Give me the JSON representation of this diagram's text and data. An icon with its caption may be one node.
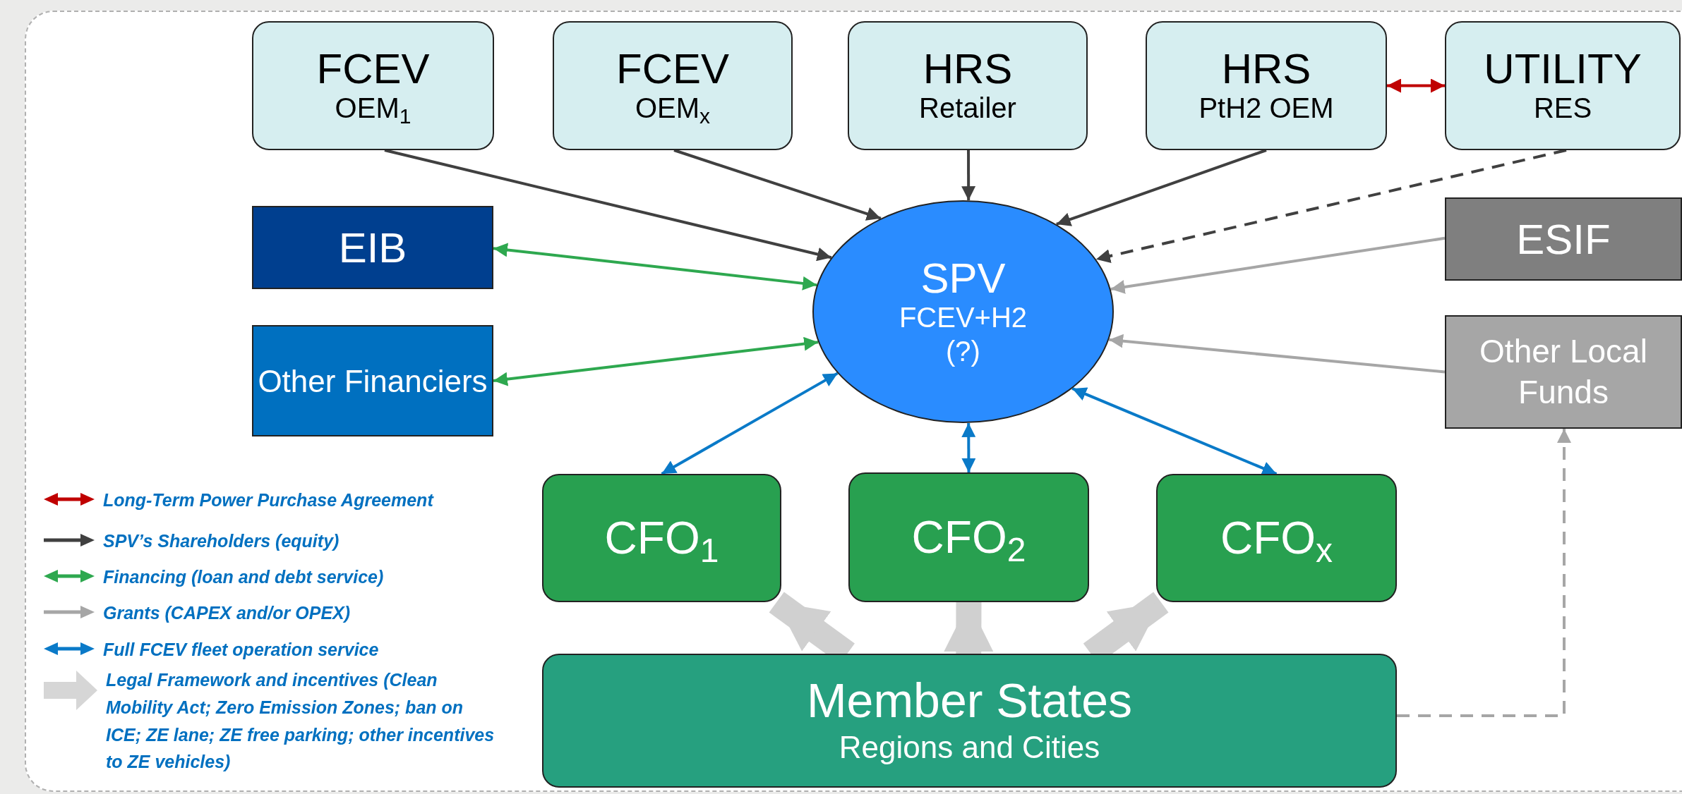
{
  "diagram": {
    "nodes": [
      {
        "text": [
          "FCEV",
          "OEM$_{1}$"
        ]
      },
      {
        "text": [
          "FCEV",
          "OEM$_{x}$"
        ]
      },
      {
        "text": [
          "HRS",
          "Retailer"
        ]
      },
      {
        "text": [
          "HRS",
          "PtH2 OEM"
        ]
      },
      {
        "text": [
          "UTILITY",
          "RES"
        ]
      },
      {
        "text": [
          "EIB"
        ]
      },
      {
        "text": [
          "Other Financiers"
        ]
      },
      {
        "text": [
          "SPV",
          "FCEV+H2",
          "(?)"
        ]
      },
      {
        "text": [
          "ESIF"
        ]
      },
      {
        "text": [
          "Other Local Funds"
        ]
      },
      {
        "text": [
          "CFO$_{1}$"
        ]
      },
      {
        "text": [
          "CFO$_{2}$"
        ]
      },
      {
        "text": [
          "CFO$_{x}$"
        ]
      },
      {
        "text": [
          "Member States",
          "Regions and Cities"
        ]
      }
    ],
    "edges": [
      {
        "from": 0,
        "to": 7,
        "arrow": "to",
        "color": "#404040"
      },
      {
        "from": 1,
        "to": 7,
        "arrow": "to",
        "color": "#404040"
      },
      {
        "from": 2,
        "to": 7,
        "arrow": "to",
        "color": "#404040"
      },
      {
        "from": 3,
        "to": 7,
        "arrow": "to",
        "color": "#404040"
      },
      {
        "from": 4,
        "to": 7,
        "arrow": "to",
        "style": "dashed",
        "color": "#404040"
      },
      {
        "from": 3,
        "to": 4,
        "arrow": "both",
        "color": "#c00000"
      },
      {
        "from": 5,
        "to": 7,
        "arrow": "both",
        "color": "#2ea84f"
      },
      {
        "from": 6,
        "to": 7,
        "arrow": "both",
        "color": "#2ea84f"
      },
      {
        "from": 8,
        "to": 7,
        "arrow": "to",
        "color": "#a6a6a6"
      },
      {
        "from": 9,
        "to": 7,
        "arrow": "to",
        "color": "#a6a6a6"
      },
      {
        "from": 7,
        "to": 10,
        "arrow": "both",
        "color": "#0a7ac8"
      },
      {
        "from": 7,
        "to": 11,
        "arrow": "both",
        "color": "#0a7ac8"
      },
      {
        "from": 7,
        "to": 12,
        "arrow": "both",
        "color": "#0a7ac8"
      },
      {
        "from": 13,
        "to": 10,
        "arrow": "to",
        "style": "thick",
        "color": "#d0d0d0"
      },
      {
        "from": 13,
        "to": 11,
        "arrow": "to",
        "style": "thick",
        "color": "#d0d0d0"
      },
      {
        "from": 13,
        "to": 12,
        "arrow": "to",
        "style": "thick",
        "color": "#d0d0d0"
      },
      {
        "from": 13,
        "to": 9,
        "arrow": "to",
        "style": "dashed",
        "color": "#a6a6a6"
      }
    ],
    "legend": [
      {
        "text": "Long-Term Power Purchase Agreement"
      },
      {
        "text": "SPV’s Shareholders (equity)"
      },
      {
        "text": "Financing (loan and debt service)"
      },
      {
        "text": "Grants (CAPEX and/or OPEX)"
      },
      {
        "text": "Full FCEV fleet operation service"
      },
      {
        "text": "Legal Framework and incentives (Clean Mobility Act; Zero Emission Zones; ban on ICE; ZE lane; ZE free parking; other incentives to ZE vehicles)"
      }
    ]
  }
}
